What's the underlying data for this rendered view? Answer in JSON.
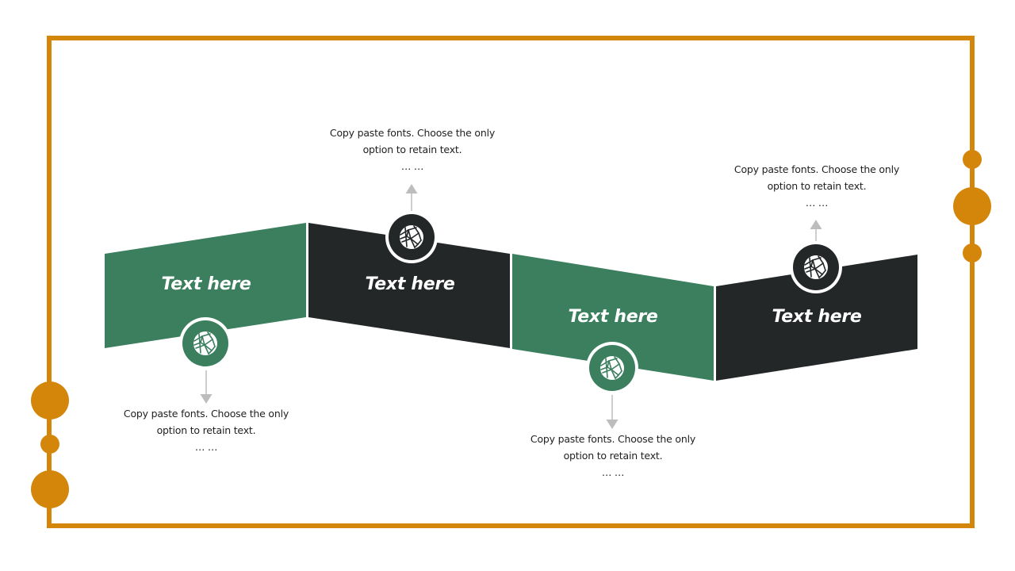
{
  "colors": {
    "frame": "#d4860b",
    "green": "#3b7f5f",
    "dark": "#232728",
    "arrow": "#bdbdbd",
    "text": "#1f1f1f",
    "label": "#ffffff"
  },
  "steps": [
    {
      "label": "Text here",
      "color": "green",
      "icon": "network-globe-icon",
      "description": {
        "line1": "Copy paste fonts. Choose the only",
        "line2": "option to retain text.",
        "line3": "… …"
      }
    },
    {
      "label": "Text here",
      "color": "dark",
      "icon": "network-globe-icon",
      "description": {
        "line1": "Copy paste fonts. Choose the only",
        "line2": "option to retain text.",
        "line3": "… …"
      }
    },
    {
      "label": "Text here",
      "color": "green",
      "icon": "network-globe-icon",
      "description": {
        "line1": "Copy paste fonts. Choose the only",
        "line2": "option to retain text.",
        "line3": "… …"
      }
    },
    {
      "label": "Text here",
      "color": "dark",
      "icon": "network-globe-icon",
      "description": {
        "line1": "Copy paste fonts. Choose the only",
        "line2": "option to retain text.",
        "line3": "… …"
      }
    }
  ]
}
